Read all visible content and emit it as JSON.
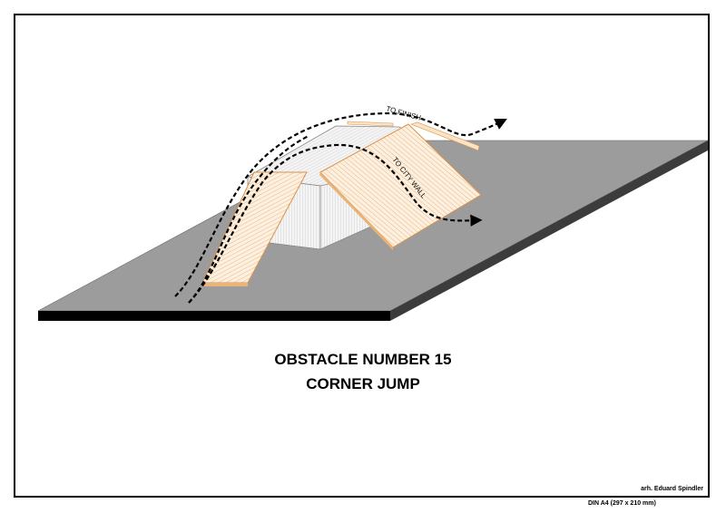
{
  "title": {
    "line1": "OBSTACLE NUMBER 15",
    "line2": "CORNER JUMP"
  },
  "labels": {
    "to_finish": "TO FINISH",
    "to_city_wall": "TO CITY WALL"
  },
  "title_block": {
    "author": "arh. Eduard Spindler",
    "format": "DIN A4 (297 x 210 mm)"
  },
  "colors": {
    "plate_top": "#9c9c9c",
    "plate_side": "#3c3c3c",
    "plate_front": "#000000",
    "wood": "#fbe3c6",
    "wood_edge": "#d9924a",
    "box": "#f2f2f2"
  }
}
